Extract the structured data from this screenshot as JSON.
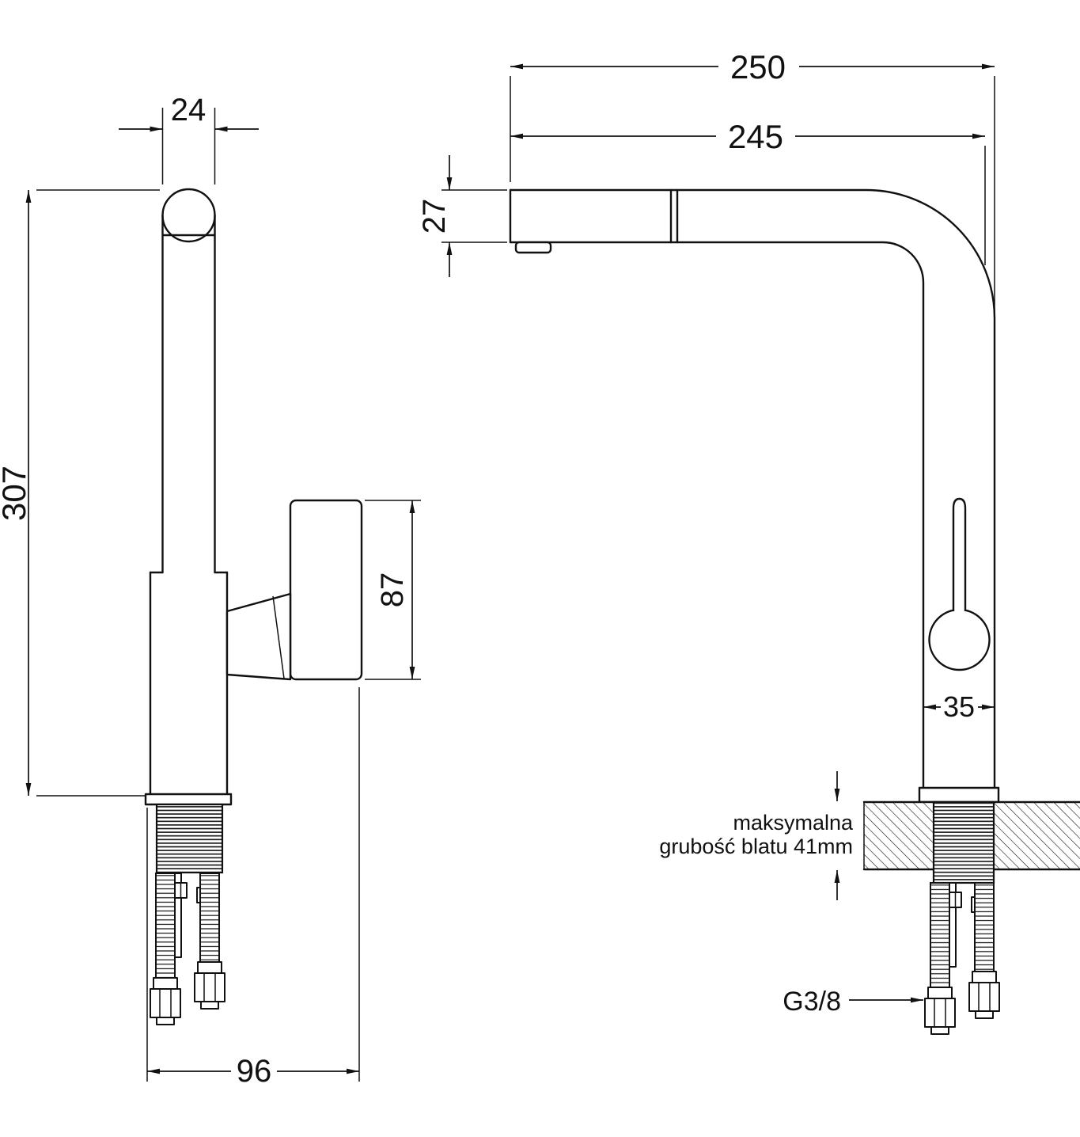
{
  "drawing": {
    "left_view": {
      "dim_top_width": "24",
      "dim_height": "307",
      "dim_handle_height": "87",
      "dim_base_depth": "96"
    },
    "right_view": {
      "dim_total_reach": "250",
      "dim_spout_reach": "245",
      "dim_spout_height": "27",
      "dim_body_width": "35",
      "thread_size": "G3/8",
      "counter_note_line1": "maksymalna",
      "counter_note_line2": "grubość blatu 41mm"
    },
    "colors": {
      "ink": "#111111",
      "background": "#ffffff"
    }
  }
}
